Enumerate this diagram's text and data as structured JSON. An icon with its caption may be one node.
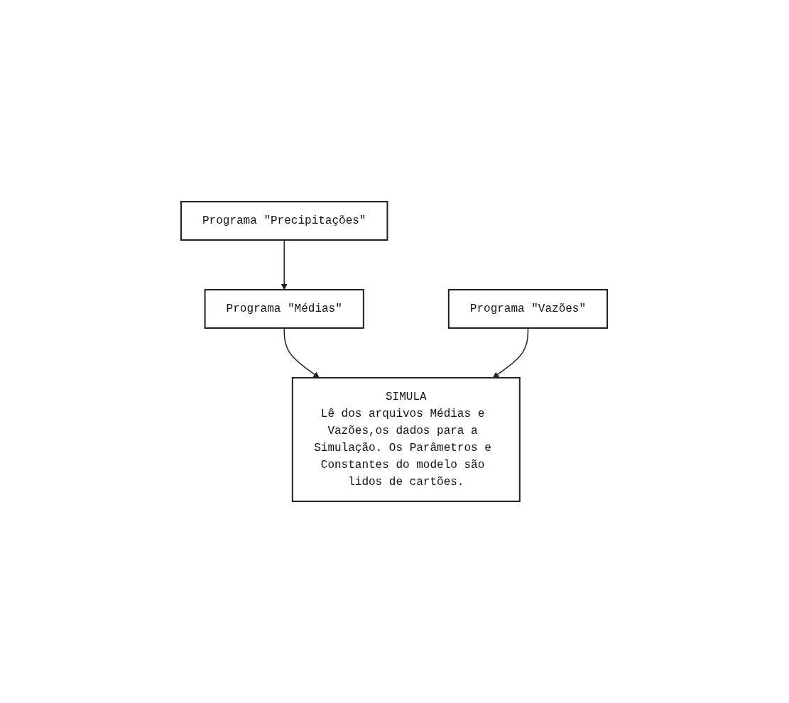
{
  "diagram": {
    "nodes": [
      {
        "text": [
          "Programa \"Precipitações\""
        ]
      },
      {
        "text": [
          "Programa \"Médias\""
        ]
      },
      {
        "text": [
          "Programa \"Vazões\""
        ]
      },
      {
        "text": [
          "SIMULA",
          "Lê dos arquivos Médias e Vazões,os dados para a Simulação. Os Parâmetros e Constantes do modelo são lidos de cartões."
        ]
      }
    ],
    "edges": [
      {
        "from": 0,
        "to": 1,
        "arrow": "to"
      },
      {
        "from": 1,
        "to": 3,
        "arrow": "to"
      },
      {
        "from": 2,
        "to": 3,
        "arrow": "to"
      }
    ]
  }
}
